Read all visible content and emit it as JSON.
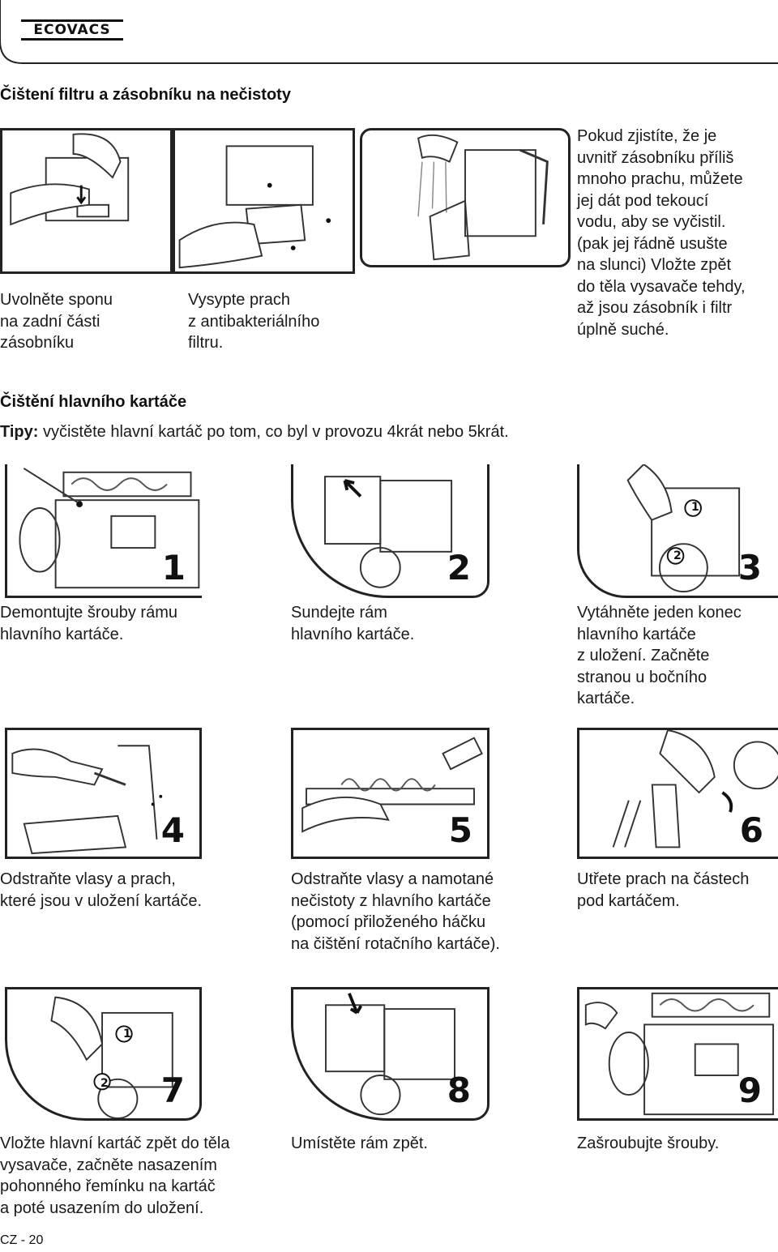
{
  "header": {
    "brand": "ECOVACS"
  },
  "section1": {
    "title": "Čištení filtru a zásobníku na nečistoty",
    "caption1": [
      "Uvolněte sponu",
      "na zadní části",
      "zásobníku"
    ],
    "caption2": [
      "Vysypte prach",
      "z antibakteriálního",
      "filtru."
    ],
    "caption3": [
      "Pokud zjistíte, že je",
      "uvnitř zásobníku příliš",
      "mnoho prachu, můžete",
      "jej dát pod tekoucí",
      "vodu, aby se vyčistil.",
      "(pak jej řádně usušte",
      "na slunci) Vložte zpět",
      "do těla vysavače tehdy,",
      "až jsou zásobník i filtr",
      "úplně suché."
    ]
  },
  "section2": {
    "title": "Čištění hlavního kartáče",
    "tips_label": "Tipy:",
    "tips_text": " vyčistěte hlavní kartáč po tom, co byl v provozu 4krát nebo 5krát.",
    "steps": [
      {
        "num": "1",
        "caption": [
          "Demontujte šrouby rámu",
          "hlavního kartáče."
        ]
      },
      {
        "num": "2",
        "caption": [
          "Sundejte rám",
          "hlavního kartáče."
        ]
      },
      {
        "num": "3",
        "caption": [
          "Vytáhněte jeden konec",
          "hlavního kartáče",
          "z uložení. Začněte",
          "stranou u bočního",
          "kartáče."
        ]
      },
      {
        "num": "4",
        "caption": [
          "Odstraňte vlasy a prach,",
          "které jsou v uložení kartáče."
        ]
      },
      {
        "num": "5",
        "caption": [
          "Odstraňte vlasy a namotané",
          "nečistoty z hlavního kartáče",
          "(pomocí přiloženého háčku",
          "na čištění rotačního kartáče)."
        ]
      },
      {
        "num": "6",
        "caption": [
          "Utřete prach na částech",
          "pod kartáčem."
        ]
      },
      {
        "num": "7",
        "caption": [
          "Vložte hlavní kartáč zpět do těla",
          "vysavače, začněte nasazením",
          "pohonného řemínku na kartáč",
          "a poté usazením do uložení."
        ]
      },
      {
        "num": "8",
        "caption": [
          "Umístěte rám zpět."
        ]
      },
      {
        "num": "9",
        "caption": [
          "Zašroubujte šrouby."
        ]
      }
    ],
    "sub_labels": {
      "step3_a": "1",
      "step3_b": "2",
      "step7_a": "1",
      "step7_b": "2"
    }
  },
  "footer": {
    "page": "CZ - 20"
  }
}
